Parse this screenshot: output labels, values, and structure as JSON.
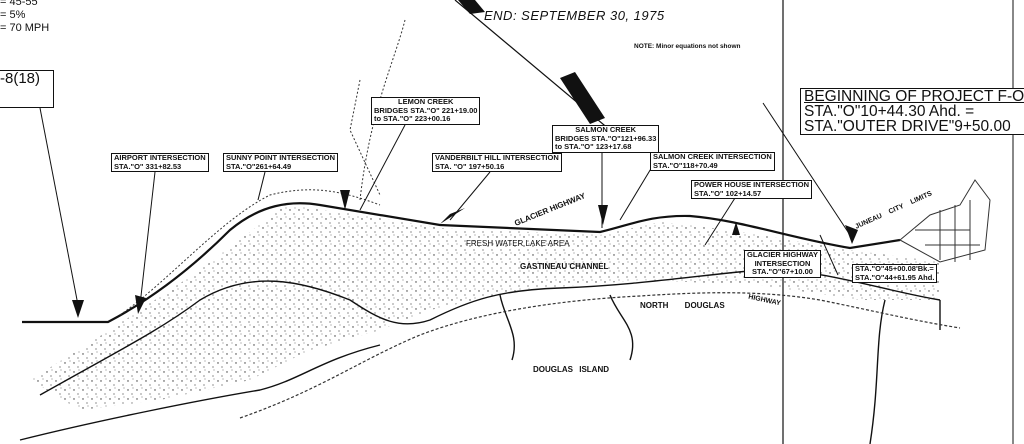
{
  "header": {
    "specs": [
      "= 45-55",
      "= 5%",
      "= 70 MPH"
    ],
    "end_date": "END:  SEPTEMBER 30, 1975",
    "note": "NOTE: Minor equations not shown"
  },
  "project_box": "-8(18)",
  "intersections": {
    "airport": [
      "AIRPORT INTERSECTION",
      "STA.\"O\" 331+82.53"
    ],
    "sunny_point": [
      "SUNNY POINT INTERSECTION",
      "STA.\"O\"261+64.49"
    ],
    "lemon_creek": [
      "LEMON CREEK",
      "BRIDGES STA.\"O\" 221+19.00",
      "to STA.\"O\" 223+00.16"
    ],
    "vanderbilt": [
      "VANDERBILT HILL INTERSECTION",
      "STA. \"O\" 197+50.16"
    ],
    "salmon_creek": [
      "SALMON CREEK",
      "BRIDGES STA.\"O\"121+96.33",
      "to STA.\"O\" 123+17.68"
    ],
    "salmon_creek_int": [
      "SALMON CREEK INTERSECTION",
      "STA.\"O\"118+70.49"
    ],
    "power_house": [
      "POWER HOUSE INTERSECTION",
      "STA.\"O\" 102+14.57"
    ],
    "glacier_hwy": [
      "GLACIER HIGHWAY",
      "INTERSECTION",
      "STA.\"O\"67+10.00"
    ],
    "equation": [
      "STA.\"O\"45+00.08'Bk.=",
      "STA.\"O\"44+61.95 Ahd."
    ]
  },
  "beginning": [
    "BEGINNING OF PROJECT  F-O",
    "STA.\"O\"10+44.30 Ahd. =",
    "STA.\"OUTER DRIVE\"9+50.00"
  ],
  "places": {
    "glacier_highway": "GLACIER HIGHWAY",
    "fresh_water": "FRESH WATER LAKE AREA",
    "gastineau": "GASTINEAU CHANNEL",
    "north_douglas": "NORTH DOUGLAS",
    "highway": "HIGHWAY",
    "douglas_island": "DOUGLAS ISLAND",
    "city_limits": "JUNEAU CITY LIMITS"
  },
  "colors": {
    "ink": "#111111",
    "paper": "#ffffff"
  }
}
